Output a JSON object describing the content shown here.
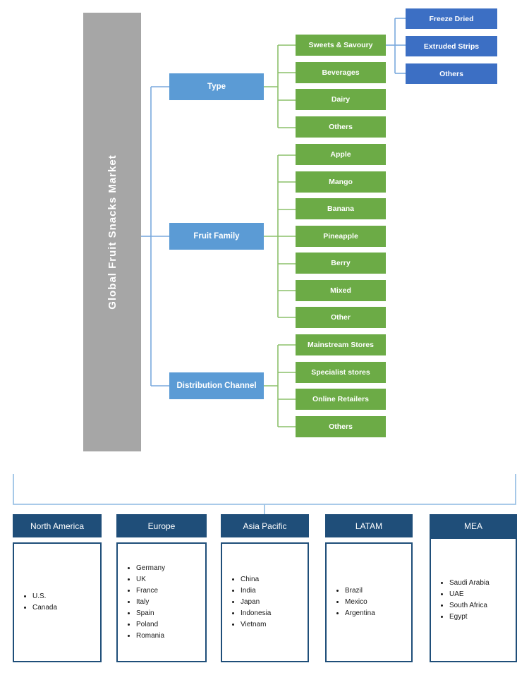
{
  "diagram": {
    "root": {
      "label": "Global Fruit Snacks Market"
    },
    "colors": {
      "root_bar": "#a6a6a6",
      "level1": "#5b9bd5",
      "level2": "#6cab46",
      "level3": "#3c6fc4",
      "region": "#1f4e79",
      "bracket": "#9dc3e6",
      "connector_blue": "#7aa9dd",
      "connector_green": "#8cc06a"
    },
    "branches": [
      {
        "label": "Type",
        "children": [
          {
            "label": "Sweets & Savoury",
            "children": [
              {
                "label": "Freeze Dried"
              },
              {
                "label": "Extruded Strips"
              },
              {
                "label": "Others"
              }
            ]
          },
          {
            "label": "Beverages"
          },
          {
            "label": "Dairy"
          },
          {
            "label": "Others"
          }
        ]
      },
      {
        "label": "Fruit Family",
        "children": [
          {
            "label": "Apple"
          },
          {
            "label": "Mango"
          },
          {
            "label": "Banana"
          },
          {
            "label": "Pineapple"
          },
          {
            "label": "Berry"
          },
          {
            "label": "Mixed"
          },
          {
            "label": "Other"
          }
        ]
      },
      {
        "label": "Distribution Channel",
        "children": [
          {
            "label": "Mainstream Stores"
          },
          {
            "label": "Specialist stores"
          },
          {
            "label": "Online Retailers"
          },
          {
            "label": "Others"
          }
        ]
      }
    ],
    "regions": [
      {
        "name": "North America",
        "countries": [
          "U.S.",
          "Canada"
        ]
      },
      {
        "name": "Europe",
        "countries": [
          "Germany",
          "UK",
          "France",
          "Italy",
          "Spain",
          "Poland",
          "Romania"
        ]
      },
      {
        "name": "Asia Pacific",
        "countries": [
          "China",
          "India",
          "Japan",
          "Indonesia",
          "Vietnam"
        ]
      },
      {
        "name": "LATAM",
        "countries": [
          "Brazil",
          "Mexico",
          "Argentina"
        ]
      },
      {
        "name": "MEA",
        "countries": [
          "Saudi Arabia",
          "UAE",
          "South Africa",
          "Egypt"
        ]
      }
    ]
  }
}
